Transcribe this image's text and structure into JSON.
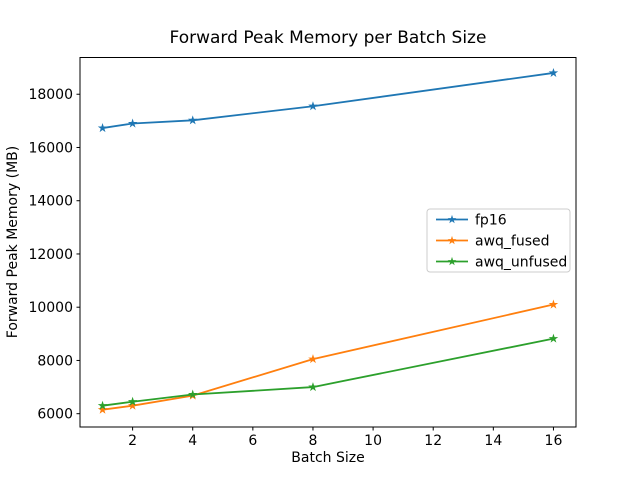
{
  "figure": {
    "background": "#ffffff",
    "spine_color": "#000000",
    "legend_border_color": "#cccccc"
  },
  "chart_data": {
    "type": "line",
    "title": "Forward Peak Memory per Batch Size",
    "xlabel": "Batch Size",
    "ylabel": "Forward Peak Memory (MB)",
    "marker": "star",
    "grid": false,
    "legend_position": "center right",
    "x": [
      1,
      2,
      4,
      8,
      16
    ],
    "series": [
      {
        "name": "fp16",
        "color": "#1f77b4",
        "values": [
          16730,
          16900,
          17020,
          17550,
          18800
        ]
      },
      {
        "name": "awq_fused",
        "color": "#ff7f0e",
        "values": [
          6150,
          6300,
          6680,
          8050,
          10100
        ]
      },
      {
        "name": "awq_unfused",
        "color": "#2ca02c",
        "values": [
          6300,
          6450,
          6720,
          7000,
          8820
        ]
      }
    ],
    "xlim": [
      0.25,
      16.75
    ],
    "ylim": [
      5500,
      19380
    ],
    "xticks": [
      2,
      4,
      6,
      8,
      10,
      12,
      14,
      16
    ],
    "yticks": [
      6000,
      8000,
      10000,
      12000,
      14000,
      16000,
      18000
    ]
  }
}
